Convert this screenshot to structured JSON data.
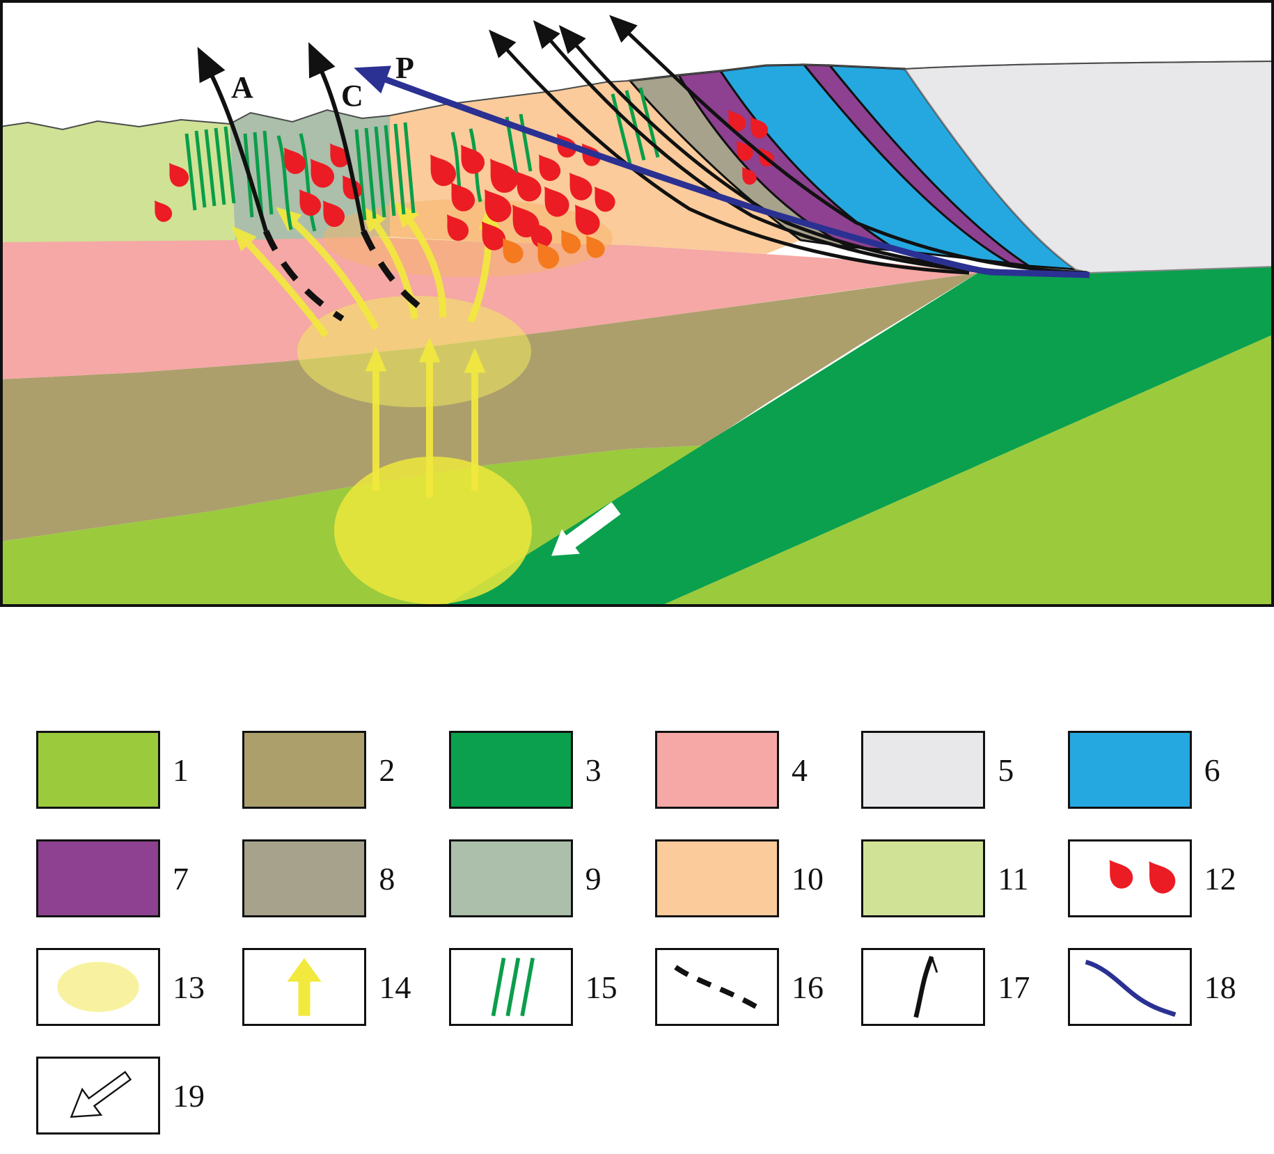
{
  "section": {
    "labels": {
      "a": "A",
      "c": "C",
      "p": "P"
    }
  },
  "colors": {
    "unit1": "#9bca3d",
    "unit2": "#ac9f6c",
    "unit3": "#0aa04e",
    "unit4": "#f5a8a5",
    "unit5": "#e8e8ea",
    "unit6": "#25a8e0",
    "unit7": "#8d4190",
    "unit8": "#a6a28c",
    "unit9": "#abbfab",
    "unit10": "#fbcb9b",
    "unit11": "#d0e296",
    "ore_red": "#ec1c24",
    "ore_orange": "#f4791f",
    "glow_strong": "#ece73c",
    "glow_mid": "#f1ea60",
    "glow_pale": "#f8f2a0",
    "halo_orange": "#f5b468",
    "arrow_yellow": "#f2e93e",
    "dike_green": "#0a9e49",
    "thrust_blue": "#2b3192",
    "fault_black": "#111111",
    "outline": "#4a4a4a",
    "white": "#ffffff"
  },
  "legend": {
    "items": [
      {
        "num": "1"
      },
      {
        "num": "2"
      },
      {
        "num": "3"
      },
      {
        "num": "4"
      },
      {
        "num": "5"
      },
      {
        "num": "6"
      },
      {
        "num": "7"
      },
      {
        "num": "8"
      },
      {
        "num": "9"
      },
      {
        "num": "10"
      },
      {
        "num": "11"
      },
      {
        "num": "12"
      },
      {
        "num": "13"
      },
      {
        "num": "14"
      },
      {
        "num": "15"
      },
      {
        "num": "16"
      },
      {
        "num": "17"
      },
      {
        "num": "18"
      },
      {
        "num": "19"
      }
    ]
  }
}
